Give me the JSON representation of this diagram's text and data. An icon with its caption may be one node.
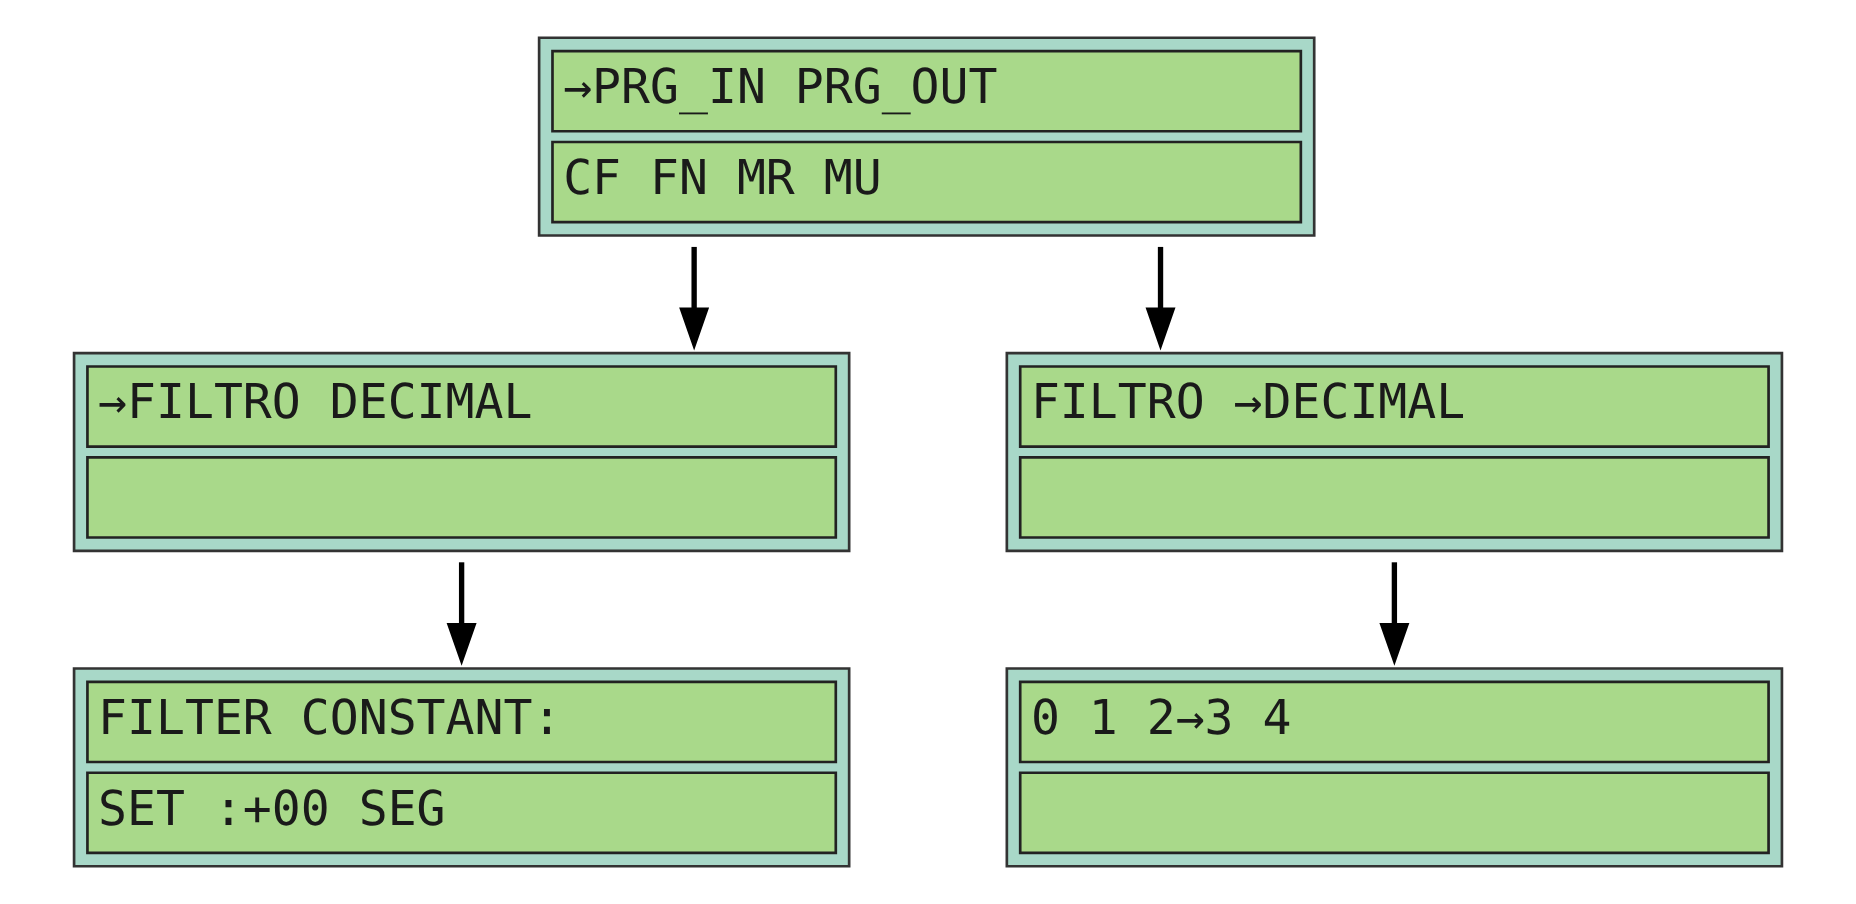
{
  "diagram": {
    "nodes": [
      {
        "text": [
          "→PRG_IN PRG_OUT",
          "CF FN MR MU"
        ]
      },
      {
        "text": [
          "→FILTRO DECIMAL"
        ]
      },
      {
        "text": [
          "FILTRO →DECIMAL"
        ]
      },
      {
        "text": [
          "FILTER CONSTANT:",
          "SET :+00 SEG"
        ]
      },
      {
        "text": [
          "0 1 2→3 4"
        ]
      }
    ],
    "edges": [
      {
        "from": 0,
        "to": 1,
        "arrow": "to"
      },
      {
        "from": 0,
        "to": 2,
        "arrow": "to"
      },
      {
        "from": 1,
        "to": 3,
        "arrow": "to"
      },
      {
        "from": 2,
        "to": 4,
        "arrow": "to"
      }
    ]
  }
}
